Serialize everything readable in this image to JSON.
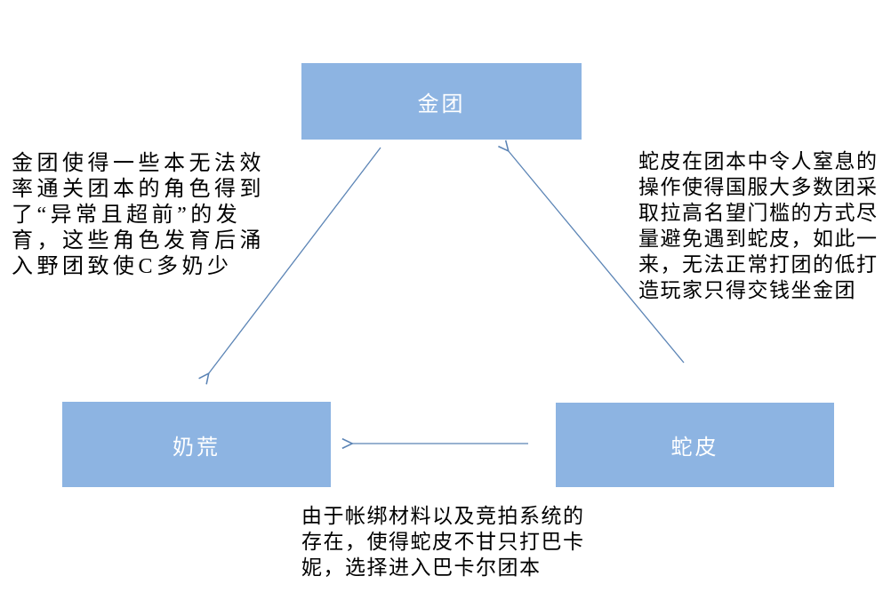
{
  "page": {
    "background": "#FFFFFF"
  },
  "diagram": {
    "nodes": [
      {
        "id": "gold-team",
        "label": "金团"
      },
      {
        "id": "healer-shortage",
        "label": "奶荒"
      },
      {
        "id": "snake-skin",
        "label": "蛇皮"
      }
    ],
    "annotations": [
      {
        "id": "left-note",
        "text": "金团使得一些本无法效率通关团本的角色得到了“异常且超前”的发育，这些角色发育后涌入野团致使C多奶少"
      },
      {
        "id": "right-note",
        "text": "蛇皮在团本中令人窒息的操作使得国服大多数团采取拉高名望门槛的方式尽量避免遇到蛇皮，如此一来，无法正常打团的低打造玩家只得交钱坐金团"
      },
      {
        "id": "bottom-note",
        "text": "由于帐绑材料以及竞拍系统的存在，使得蛇皮不甘只打巴卡妮，选择进入巴卡尔团本"
      }
    ],
    "edges": [
      {
        "from": "金团",
        "to": "奶荒"
      },
      {
        "from": "蛇皮",
        "to": "金团"
      },
      {
        "from": "蛇皮",
        "to": "奶荒"
      }
    ],
    "colors": {
      "node_fill": "#8DB4E2",
      "node_text": "#FFFFFF",
      "arrow": "#5B84B5",
      "annotation_text": "#000000"
    }
  }
}
